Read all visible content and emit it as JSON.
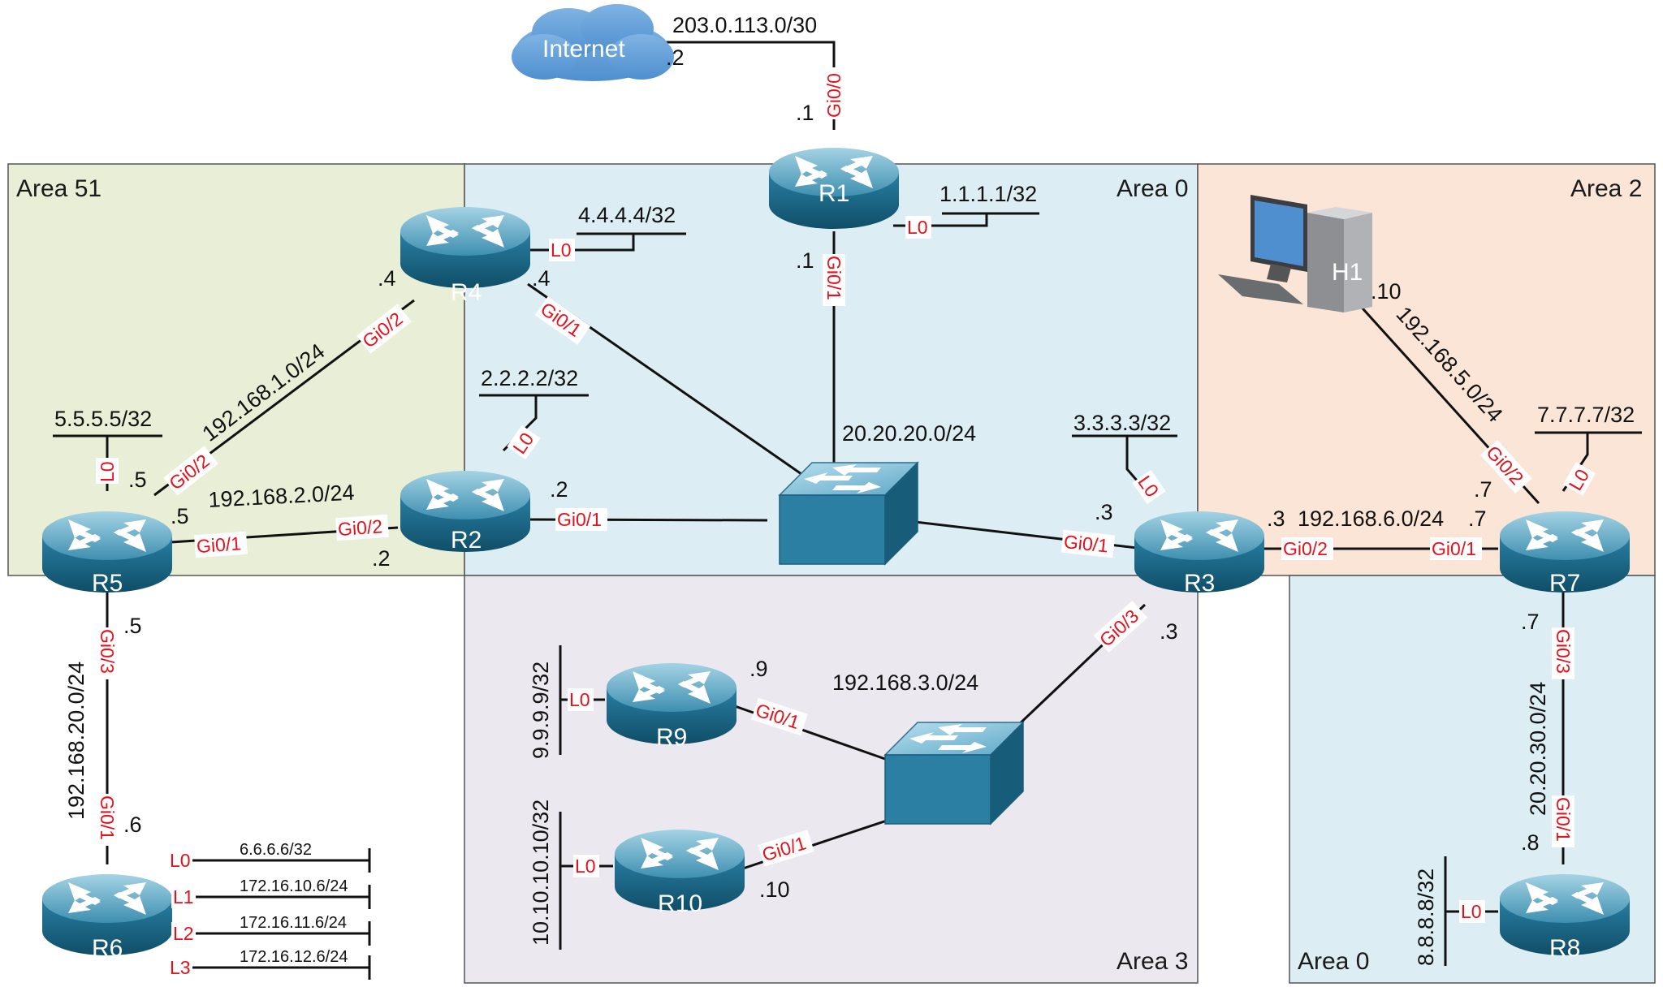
{
  "areas": {
    "area51": "Area 51",
    "area0_main": "Area 0",
    "area2": "Area 2",
    "area3": "Area 3",
    "area0_r8": "Area 0"
  },
  "internet": {
    "label": "Internet",
    "network": "203.0.113.0/30",
    "ip": ".2"
  },
  "routers": {
    "r1": {
      "name": "R1",
      "loopback": "1.1.1.1/32",
      "ip_up": ".1",
      "ip_down": ".1"
    },
    "r2": {
      "name": "R2",
      "loopback": "2.2.2.2/32",
      "ip_right": ".2",
      "ip_left": ".2"
    },
    "r3": {
      "name": "R3",
      "loopback": "3.3.3.3/32",
      "ip_left": ".3",
      "ip_right": ".3",
      "ip_down": ".3"
    },
    "r4": {
      "name": "R4",
      "loopback": "4.4.4.4/32",
      "ip_left": ".4",
      "ip_right": ".4"
    },
    "r5": {
      "name": "R5",
      "loopback": "5.5.5.5/32",
      "ip_top": ".5",
      "ip_right": ".5",
      "ip_down": ".5"
    },
    "r6": {
      "name": "R6",
      "ip_up": ".6",
      "loopbacks": [
        {
          "if": "L0",
          "net": "6.6.6.6/32"
        },
        {
          "if": "L1",
          "net": "172.16.10.6/24"
        },
        {
          "if": "L2",
          "net": "172.16.11.6/24"
        },
        {
          "if": "L3",
          "net": "172.16.12.6/24"
        }
      ]
    },
    "r7": {
      "name": "R7",
      "loopback": "7.7.7.7/32",
      "ip_left": ".7",
      "ip_top": ".7",
      "ip_down": ".7"
    },
    "r8": {
      "name": "R8",
      "loopback": "8.8.8.8/32",
      "ip_up": ".8"
    },
    "r9": {
      "name": "R9",
      "loopback": "9.9.9.9/32",
      "ip": ".9"
    },
    "r10": {
      "name": "R10",
      "loopback": "10.10.10.10/32",
      "ip": ".10"
    }
  },
  "host": {
    "name": "H1",
    "ip": ".10"
  },
  "networks": {
    "n_r4_r5": "192.168.1.0/24",
    "n_r2_r5": "192.168.2.0/24",
    "n_switch_a0": "20.20.20.0/24",
    "n_r3_r7": "192.168.6.0/24",
    "n_h1_r7": "192.168.5.0/24",
    "n_area3": "192.168.3.0/24",
    "n_r5_r6": "192.168.20.0/24",
    "n_r7_r8": "20.20.30.0/24"
  },
  "interfaces": {
    "gi00": "Gi0/0",
    "gi01": "Gi0/1",
    "gi02": "Gi0/2",
    "gi03": "Gi0/3",
    "l0": "L0",
    "l1": "L1",
    "l2": "L2",
    "l3": "L3"
  },
  "colors": {
    "area51": "#e8efd6",
    "area0": "#dcedf3",
    "area2": "#fbe5d6",
    "area3": "#ebe8f0",
    "router": "#1f6f8b",
    "interface_text": "#e8101a",
    "cloud": "#5b9bd5"
  }
}
